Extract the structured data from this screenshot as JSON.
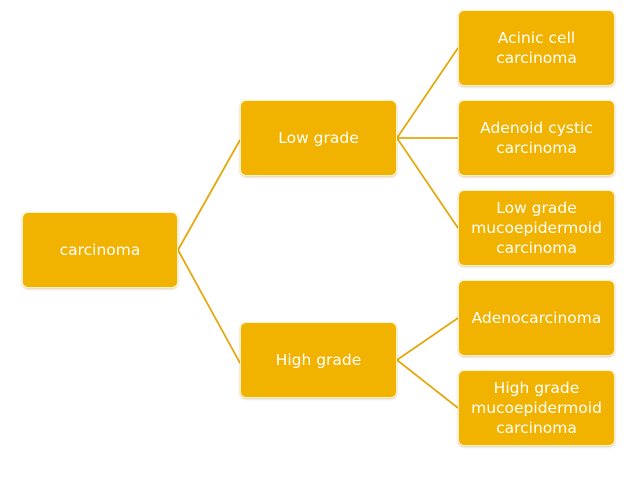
{
  "diagram": {
    "root": {
      "label": "carcinoma"
    },
    "branches": [
      {
        "label": "Low grade",
        "children": [
          {
            "label": "Acinic cell\ncarcinoma"
          },
          {
            "label": "Adenoid cystic\ncarcinoma"
          },
          {
            "label": "Low grade\nmucoepidermoid\ncarcinoma"
          }
        ]
      },
      {
        "label": "High grade",
        "children": [
          {
            "label": "Adenocarcinoma"
          },
          {
            "label": "High grade\nmucoepidermoid\ncarcinoma"
          }
        ]
      }
    ]
  },
  "colors": {
    "node_fill": "#f2b200",
    "connector": "#e3a80c",
    "text": "#ffffff"
  }
}
